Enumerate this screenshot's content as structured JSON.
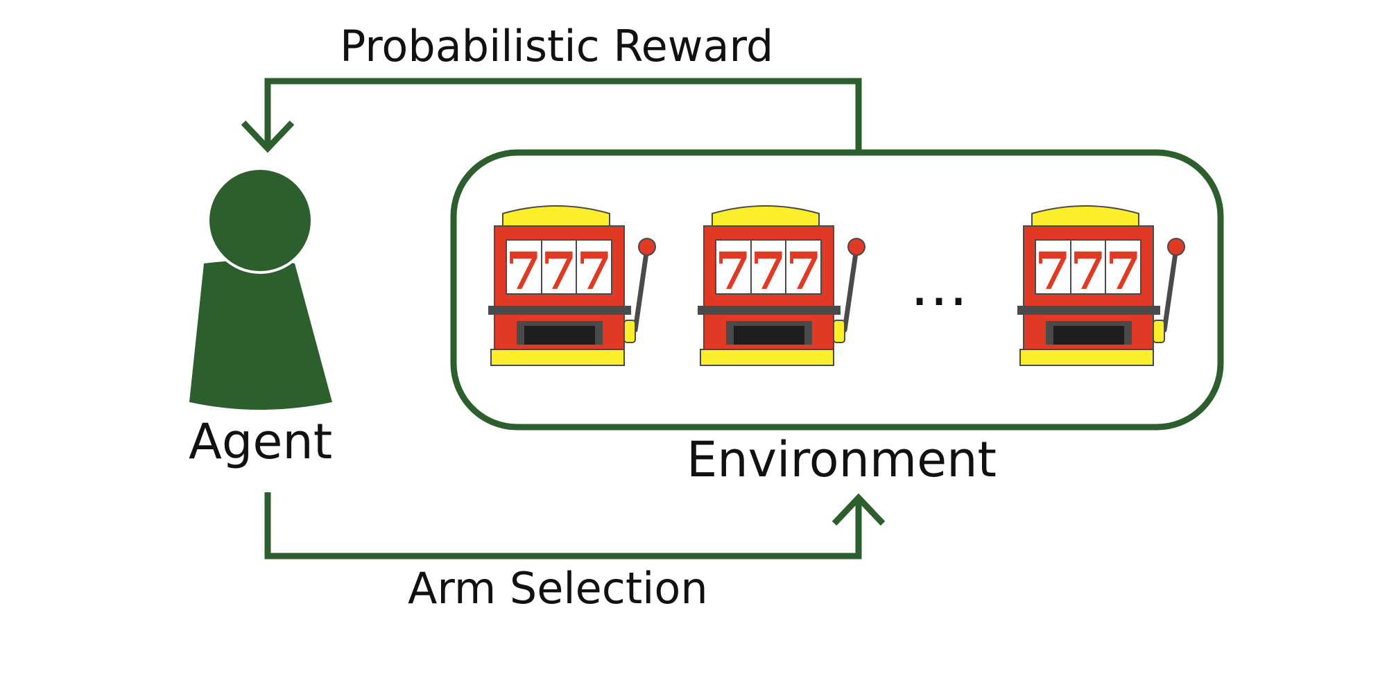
{
  "labels": {
    "reward": "Probabilistic Reward",
    "agent": "Agent",
    "environment": "Environment",
    "arm_selection": "Arm Selection",
    "ellipsis": "…",
    "reel_symbol": "7"
  },
  "slot_machines": [
    {
      "name": "slot-machine-1"
    },
    {
      "name": "slot-machine-2"
    },
    {
      "name": "slot-machine-3"
    }
  ],
  "colors": {
    "green": "#2d5f2e",
    "red": "#e03a25",
    "yellow": "#fcee2b",
    "dark_gray": "#4a4a4a",
    "black": "#1e1e1e",
    "white": "#ffffff"
  }
}
